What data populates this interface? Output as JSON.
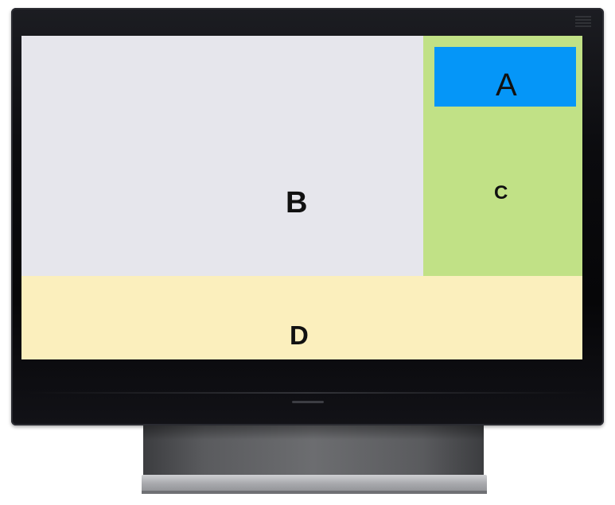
{
  "diagram": {
    "regions": {
      "a": {
        "label": "A",
        "color": "#0596f8"
      },
      "b": {
        "label": "B",
        "color": "#e6e6ec"
      },
      "c": {
        "label": "C",
        "color": "#c1e186"
      },
      "d": {
        "label": "D",
        "color": "#fbefbd"
      }
    }
  },
  "monitor": {
    "bezel_color": "#0b0b0e",
    "stand_color": "#6c6d70"
  }
}
